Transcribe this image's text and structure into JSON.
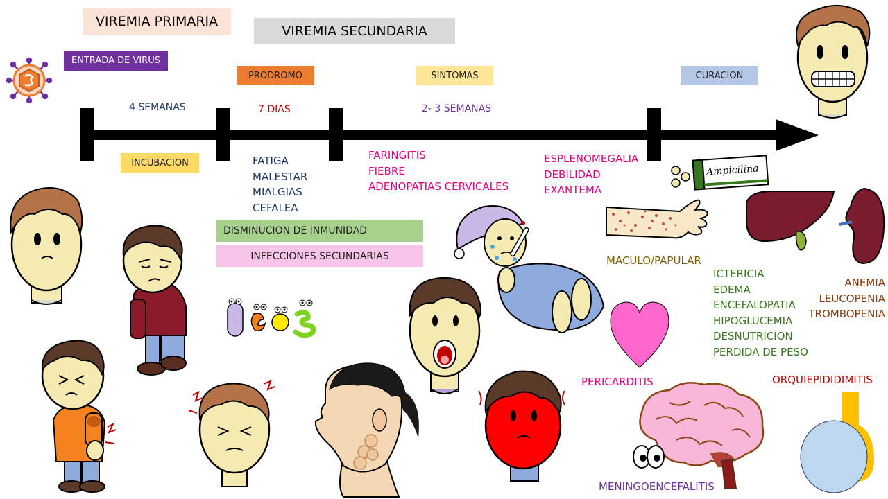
{
  "colors": {
    "primaria_bg": "#fbe2d6",
    "secundaria_bg": "#d9d9d9",
    "entrada_bg": "#7030a0",
    "prodromo_bg": "#ed7d31",
    "sintomas_bg": "#ffe699",
    "curacion_bg": "#b4c7e7",
    "incubacion_bg": "#ffd966",
    "inmunidad_bg": "#a9d18e",
    "infecciones_bg": "#f8c5e8",
    "dark_blue": "#1f3864",
    "red": "#c00000",
    "purple": "#7030a0",
    "magenta": "#e6007e",
    "olive": "#7f6000",
    "green": "#38761d",
    "brown": "#843c0c"
  },
  "phases": {
    "viremia_primaria": "VIREMIA  PRIMARIA",
    "viremia_secundaria": "VIREMIA  SECUNDARIA",
    "entrada": "ENTRADA DE VIRUS",
    "prodromo": "PRODROMO",
    "sintomas": "SINTOMAS",
    "curacion": "CURACION",
    "incubacion": "INCUBACION"
  },
  "durations": {
    "incubacion": "4 SEMANAS",
    "prodromo": "7 DIAS",
    "sintomas": "2- 3 SEMANAS"
  },
  "prodromo_symptoms": [
    "FATIGA",
    "MALESTAR",
    "MIALGIAS",
    "CEFALEA"
  ],
  "sintomas_list_1": [
    "FARINGITIS",
    "FIEBRE",
    "ADENOPATIAS CERVICALES"
  ],
  "sintomas_list_2": [
    "ESPLENOMEGALIA",
    "DEBILIDAD",
    "EXANTEMA"
  ],
  "inmunidad": {
    "disminucion": "DISMINUCION DE INMUNIDAD",
    "infecciones": "INFECCIONES SECUNDARIAS"
  },
  "treatment": {
    "medicine_label": "Ampicilina"
  },
  "complications": {
    "maculo": "MACULO/PAPULAR",
    "hepaticas": [
      "ICTERICIA",
      "EDEMA",
      "ENCEFALOPATIA",
      "HIPOGLUCEMIA",
      "DESNUTRICION",
      "PERDIDA DE PESO"
    ],
    "hematologicas": [
      "ANEMIA",
      "LEUCOPENIA",
      "TROMBOPENIA"
    ],
    "pericarditis": "PERICARDITIS",
    "orquiepididimitis": "ORQUIEPIDIDIMITIS",
    "meningoencefalitis": "MENINGOENCEFALITIS"
  }
}
